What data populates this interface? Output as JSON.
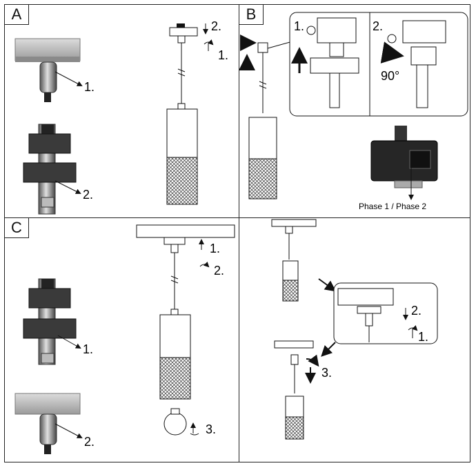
{
  "panels": {
    "a": {
      "label": "A"
    },
    "b": {
      "label": "B"
    },
    "c": {
      "label": "C"
    }
  },
  "steps": {
    "one": "1.",
    "two": "2.",
    "three": "3."
  },
  "angle": "90°",
  "phase_caption": "Phase 1 / Phase 2"
}
